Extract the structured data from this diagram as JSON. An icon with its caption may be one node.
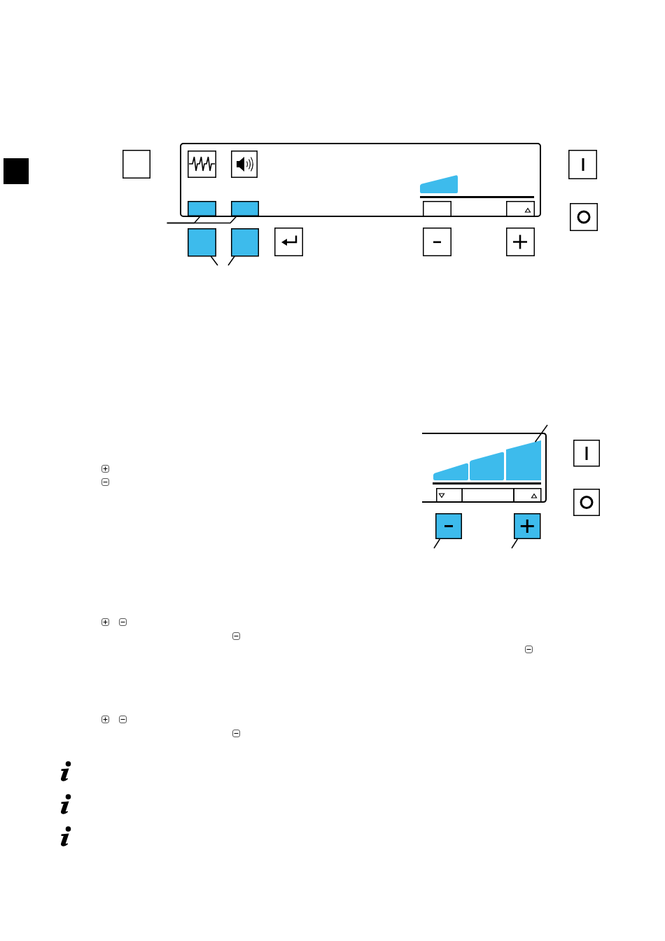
{
  "diagram": {
    "nodes": [
      {
        "text": [],
        "shape": "box"
      },
      {
        "text": [],
        "shape": "box"
      },
      {
        "text": [],
        "shape": "box"
      },
      {
        "text": [],
        "shape": "box"
      },
      {
        "text": [],
        "shape": "bar"
      },
      {
        "text": [],
        "shape": "box"
      },
      {
        "text": [],
        "shape": "box"
      }
    ],
    "edges": [
      {
        "from": null,
        "to": 0,
        "arrow": "none"
      },
      {
        "from": null,
        "to": 1,
        "arrow": "none"
      },
      {
        "from": null,
        "to": 2,
        "arrow": "none"
      },
      {
        "from": null,
        "to": 3,
        "arrow": "none"
      },
      {
        "from": null,
        "to": 4,
        "arrow": "none"
      },
      {
        "from": null,
        "to": 5,
        "arrow": "none"
      },
      {
        "from": null,
        "to": 6,
        "arrow": "none"
      }
    ]
  }
}
